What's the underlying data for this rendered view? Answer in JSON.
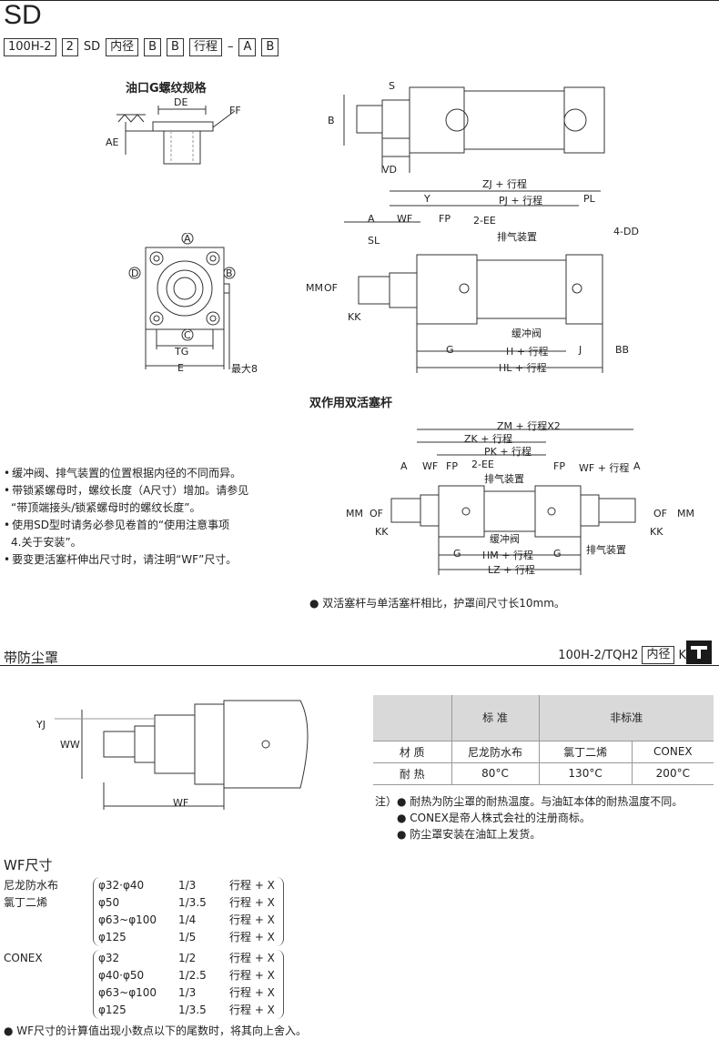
{
  "page": {
    "title": "SD",
    "model_code": [
      "100H-2",
      "2",
      "SD",
      "内径",
      "B",
      "B",
      "行程",
      "–",
      "A",
      "B"
    ],
    "port_title": "油口G螺纹规格",
    "port_labels": {
      "de": "DE",
      "ff": "FF",
      "ae": "AE"
    },
    "front_labels": {
      "a": "A",
      "b": "B",
      "c": "C",
      "d": "D",
      "tg": "TG",
      "e": "E",
      "max8": "最大8"
    },
    "top_view_labels": {
      "s": "S",
      "b": "B",
      "vd": "VD"
    },
    "side_labels": {
      "zj": "ZJ + 行程",
      "y": "Y",
      "pj": "PJ + 行程",
      "pl": "PL",
      "a": "A",
      "wf": "WF",
      "fp": "FP",
      "ee": "2-EE",
      "dd": "4-DD",
      "sl": "SL",
      "vent": "排气装置",
      "mm": "MM",
      "of": "OF",
      "kk": "KK",
      "cushion": "缓冲阀",
      "g": "G",
      "h": "H + 行程",
      "j": "J",
      "bb": "BB",
      "hl": "HL + 行程"
    },
    "double_title": "双作用双活塞杆",
    "double_labels": {
      "zm": "ZM + 行程X2",
      "zk": "ZK + 行程",
      "pk": "PK + 行程",
      "a": "A",
      "wf": "WF",
      "fp": "FP",
      "ee": "2-EE",
      "fp2": "FP",
      "wfs": "WF + 行程",
      "a2": "A",
      "vent": "排气装置",
      "mm": "MM",
      "of": "OF",
      "kk": "KK",
      "of2": "OF",
      "mm2": "MM",
      "kk2": "KK",
      "cushion": "缓冲阀",
      "vent2": "排气装置",
      "g": "G",
      "hm": "HM + 行程",
      "g2": "G",
      "lz": "LZ + 行程"
    },
    "notes": [
      "缓冲阀、排气装置的位置根据内径的不同而异。",
      "带锁紧螺母时，螺纹长度（A尺寸）增加。请参见",
      "“带顶端接头/锁紧螺母时的螺纹长度”。",
      "使用SD型时请务必参见卷首的“使用注意事项",
      "4.关于安装”。",
      "要变更活塞杆伸出尺寸时，请注明“WF”尺寸。"
    ],
    "double_note": "● 双活塞杆与单活塞杆相比，护罩间尺寸长10mm。",
    "boot_section": {
      "title": "带防尘罩",
      "code_prefix": "100H-2/TQH2",
      "code_box": "内径",
      "code_suffix": "K",
      "labels": {
        "yj": "YJ",
        "ww": "WW",
        "wf": "WF"
      }
    },
    "spec_table": {
      "header_standard": "标  准",
      "header_nonstandard": "非标准",
      "rows": [
        {
          "label": "材  质",
          "c1": "尼龙防水布",
          "c2": "氯丁二烯",
          "c3": "CONEX"
        },
        {
          "label": "耐  热",
          "c1": "80°C",
          "c2": "130°C",
          "c3": "200°C"
        }
      ]
    },
    "table_notes": {
      "prefix": "注）",
      "items": [
        "● 耐热为防尘罩的耐热温度。与油缸本体的耐热温度不同。",
        "● CONEX是帝人株式会社的注册商标。",
        "● 防尘罩安装在油缸上发货。"
      ]
    },
    "wf": {
      "title": "WF尺寸",
      "groups": [
        {
          "materials": [
            "尼龙防水布",
            "氯丁二烯"
          ],
          "rows": [
            {
              "bore": "φ32·φ40",
              "ratio": "1/3",
              "formula": "行程 + X"
            },
            {
              "bore": "φ50",
              "ratio": "1/3.5",
              "formula": "行程 + X"
            },
            {
              "bore": "φ63~φ100",
              "ratio": "1/4",
              "formula": "行程 + X"
            },
            {
              "bore": "φ125",
              "ratio": "1/5",
              "formula": "行程 + X"
            }
          ]
        },
        {
          "materials": [
            "CONEX"
          ],
          "rows": [
            {
              "bore": "φ32",
              "ratio": "1/2",
              "formula": "行程 + X"
            },
            {
              "bore": "φ40·φ50",
              "ratio": "1/2.5",
              "formula": "行程 + X"
            },
            {
              "bore": "φ63~φ100",
              "ratio": "1/3",
              "formula": "行程 + X"
            },
            {
              "bore": "φ125",
              "ratio": "1/3.5",
              "formula": "行程 + X"
            }
          ]
        }
      ],
      "note": "● WF尺寸的计算值出现小数点以下的尾数时，将其向上舍入。"
    }
  }
}
